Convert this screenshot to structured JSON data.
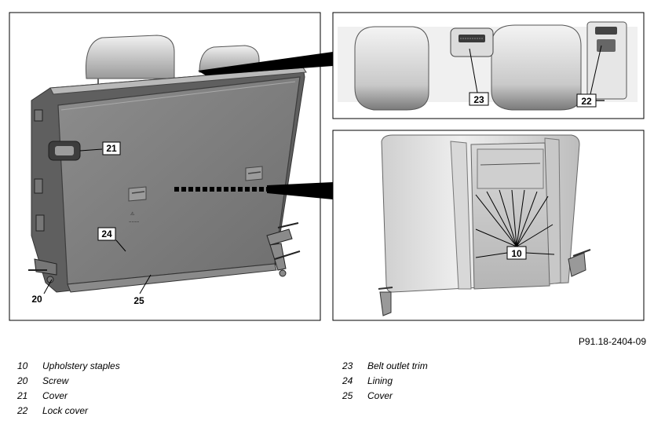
{
  "figure_ref": "P91.18-2404-09",
  "callouts": {
    "c10": "10",
    "c20": "20",
    "c21": "21",
    "c22": "22",
    "c23": "23",
    "c24": "24",
    "c25": "25"
  },
  "legend": [
    {
      "num": "10",
      "label": "Upholstery staples"
    },
    {
      "num": "20",
      "label": "Screw"
    },
    {
      "num": "21",
      "label": "Cover"
    },
    {
      "num": "22",
      "label": "Lock cover"
    },
    {
      "num": "23",
      "label": "Belt outlet trim"
    },
    {
      "num": "24",
      "label": "Lining"
    },
    {
      "num": "25",
      "label": "Cover"
    }
  ],
  "colors": {
    "seat_dark": "#7c7c7c",
    "seat_mid": "#9a9a9a",
    "seat_light": "#d8d8d8",
    "frame": "#000000"
  }
}
